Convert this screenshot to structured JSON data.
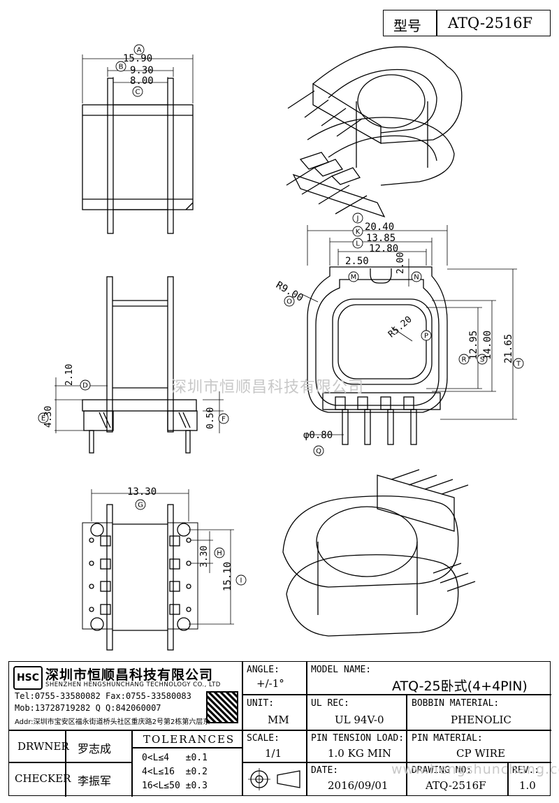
{
  "header": {
    "type_label": "型号",
    "model_code": "ATQ-2516F"
  },
  "dimensions": {
    "A": "15.90",
    "B": "9.30",
    "C": "8.00",
    "D": "2.10",
    "E": "4.30",
    "F": "0.50",
    "G": "13.30",
    "H": "3.30",
    "I": "15.10",
    "K": "20.40",
    "L": "13.85",
    "L2": "12.80",
    "M": "2.50",
    "N": "2.00",
    "O": "R9.00",
    "P": "R5.20",
    "R": "12.95",
    "S": "14.00",
    "T": "21.65",
    "Q": "φ0.80"
  },
  "markers": [
    "A",
    "B",
    "C",
    "D",
    "E",
    "F",
    "G",
    "H",
    "I",
    "J",
    "K",
    "L",
    "M",
    "N",
    "O",
    "P",
    "Q",
    "R",
    "S",
    "T"
  ],
  "watermark": {
    "center": "深圳市恒顺昌科技有限公司",
    "bottom": "www.hengshunchang.com"
  },
  "company": {
    "logo": "HSC",
    "name_cn": "深圳市恒顺昌科技有限公司",
    "name_en": "SHENZHEN HENGSHUNCHANG TECHNOLOGY CO., LTD",
    "tel_fax": "Tel:0755-33580082 Fax:0755-33580083",
    "mob_qq": "Mob:13728719282   Q Q:842060007",
    "addr": "Addr:深圳市宝安区福永街道桥头社区重庆路2号第2栋第六层东"
  },
  "title_block": {
    "angle_label": "ANGLE:",
    "angle_value": "+/-1°",
    "model_name_label": "MODEL NAME:",
    "model_name_value": "ATQ-25卧式(4+4PIN)",
    "unit_label": "UNIT:",
    "unit_value": "MM",
    "ul_label": "UL REC:",
    "ul_value": "UL 94V-0",
    "bobbin_label": "BOBBIN MATERIAL:",
    "bobbin_value": "PHENOLIC",
    "scale_label": "SCALE:",
    "scale_value": "1/1",
    "pin_tension_label": "PIN TENSION LOAD:",
    "pin_tension_value": "1.0 KG MIN",
    "pin_material_label": "PIN MATERIAL:",
    "pin_material_value": "CP WIRE",
    "drawer_label": "DRWNER",
    "drawer_value": "罗志成",
    "checker_label": "CHECKER",
    "checker_value": "李振军",
    "tolerances_title": "TOLERANCES",
    "tol_rows": [
      "0<L≤4   ±0.1",
      "4<L≤16  ±0.2",
      "16<L≤50 ±0.3"
    ],
    "date_label": "DATE:",
    "date_value": "2016/09/01",
    "drawing_no_label": "DRAWING NO:",
    "drawing_no_value": "ATQ-2516F",
    "rev_label": "REV.:",
    "rev_value": "1.0"
  }
}
